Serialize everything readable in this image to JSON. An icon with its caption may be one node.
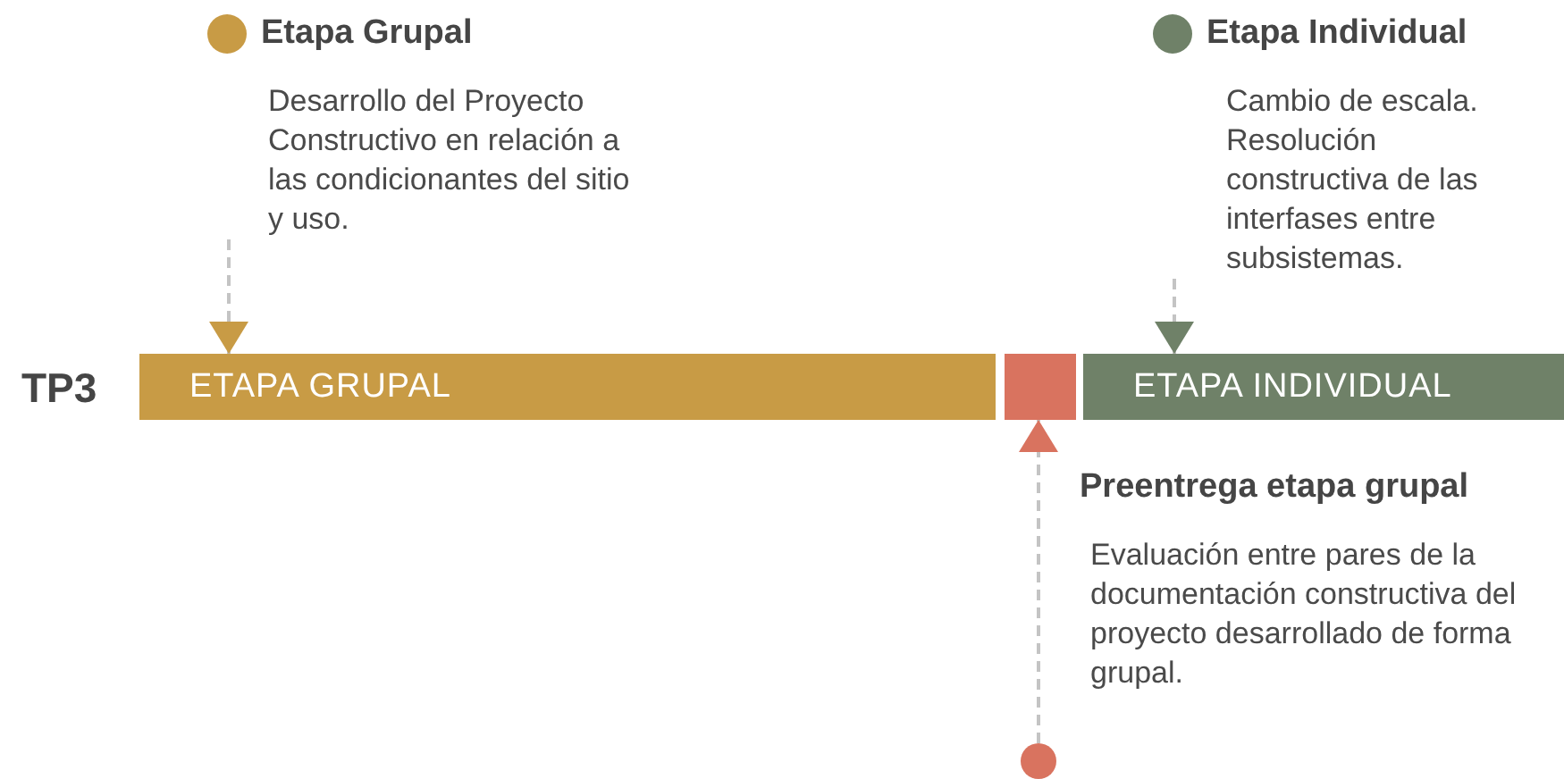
{
  "diagram": {
    "nodes": [
      {
        "text": [
          "Etapa Grupal",
          "Desarrollo del Proyecto Constructivo en relación a las condicionantes del sitio y uso."
        ]
      },
      {
        "text": [
          "Etapa Individual",
          "Cambio de escala. Resolución constructiva de las interfases entre subsistemas."
        ]
      },
      {
        "text": [
          "ETAPA GRUPAL"
        ]
      },
      {
        "text": [],
        "shape": "bar"
      },
      {
        "text": [
          "ETAPA INDIVIDUAL"
        ]
      },
      {
        "text": [
          "Preentrega etapa grupal",
          "Evaluación entre pares de la documentación constructiva del proyecto desarrollado de forma grupal."
        ]
      },
      {
        "text": [],
        "shape": "circle"
      }
    ],
    "edges": [
      {
        "from": 0,
        "to": 2,
        "arrow": "to",
        "style": "dashed"
      },
      {
        "from": 1,
        "to": 4,
        "arrow": "to",
        "style": "dashed"
      },
      {
        "from": 6,
        "to": 3,
        "arrow": "to",
        "style": "dashed"
      }
    ],
    "labels": [
      "TP3"
    ]
  }
}
